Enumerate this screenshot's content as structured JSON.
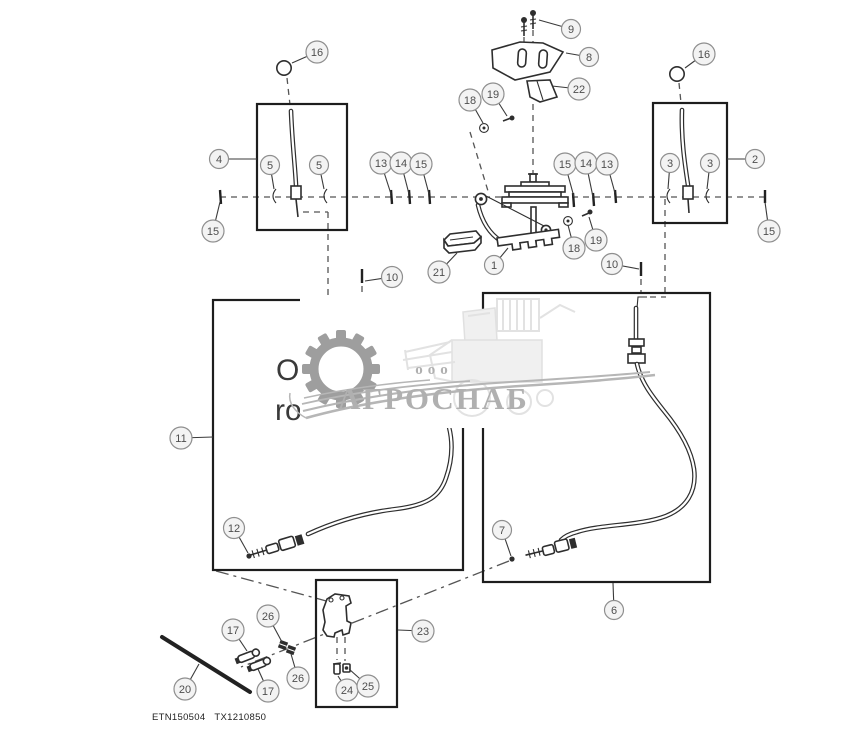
{
  "watermark": {
    "prefix": "ооо",
    "company": "АГРОСНАБ"
  },
  "background_fragments": {
    "line1": "O",
    "line2": "ro"
  },
  "footer": {
    "code1": "ETN150504",
    "code2": "TX1210850"
  },
  "callouts": [
    {
      "label": "9"
    },
    {
      "label": "8"
    },
    {
      "label": "22"
    },
    {
      "label": "16"
    },
    {
      "label": "16"
    },
    {
      "label": "4"
    },
    {
      "label": "5"
    },
    {
      "label": "5"
    },
    {
      "label": "2"
    },
    {
      "label": "3"
    },
    {
      "label": "3"
    },
    {
      "label": "15"
    },
    {
      "label": "13"
    },
    {
      "label": "14"
    },
    {
      "label": "15"
    },
    {
      "label": "15"
    },
    {
      "label": "14"
    },
    {
      "label": "13"
    },
    {
      "label": "15"
    },
    {
      "label": "18"
    },
    {
      "label": "19"
    },
    {
      "label": "18"
    },
    {
      "label": "19"
    },
    {
      "label": "10"
    },
    {
      "label": "10"
    },
    {
      "label": "1"
    },
    {
      "label": "21"
    },
    {
      "label": "11"
    },
    {
      "label": "12"
    },
    {
      "label": "7"
    },
    {
      "label": "6"
    },
    {
      "label": "23"
    },
    {
      "label": "17"
    },
    {
      "label": "17"
    },
    {
      "label": "26"
    },
    {
      "label": "26"
    },
    {
      "label": "24"
    },
    {
      "label": "25"
    },
    {
      "label": "20"
    }
  ]
}
